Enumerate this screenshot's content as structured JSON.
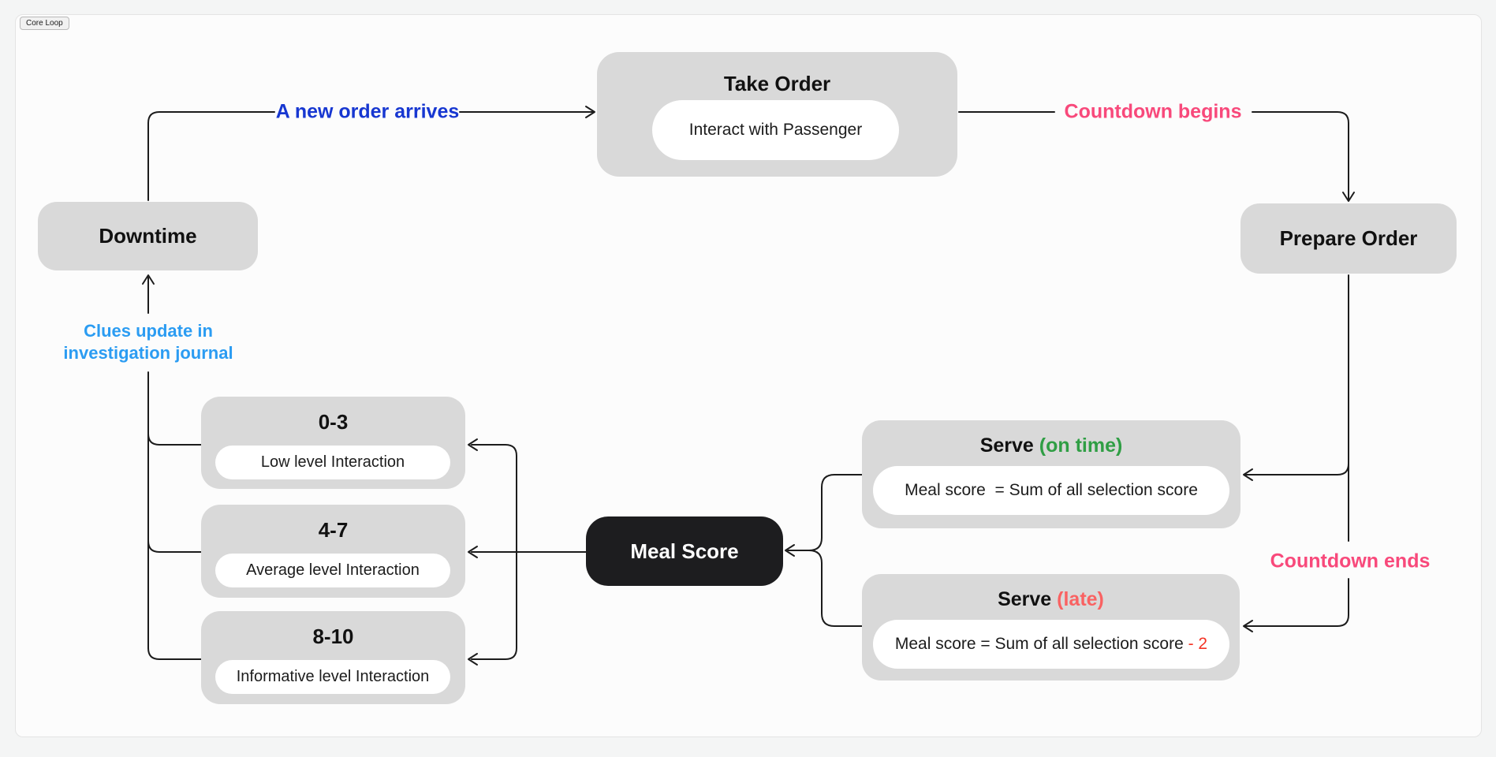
{
  "badge": {
    "label": "Core Loop"
  },
  "nodes": {
    "take_order": {
      "title": "Take Order",
      "pill": "Interact with Passenger"
    },
    "prepare_order": {
      "title": "Prepare Order"
    },
    "downtime": {
      "title": "Downtime"
    },
    "meal_score": {
      "title": "Meal Score"
    },
    "score_0_3": {
      "title": "0-3",
      "pill": "Low level Interaction"
    },
    "score_4_7": {
      "title": "4-7",
      "pill": "Average level Interaction"
    },
    "score_8_10": {
      "title": "8-10",
      "pill": "Informative level Interaction"
    },
    "serve_on_time": {
      "title_main": "Serve ",
      "title_status": "(on time)",
      "pill": "Meal score  = Sum of all selection score"
    },
    "serve_late": {
      "title_main": "Serve ",
      "title_status": "(late)",
      "pill_main": "Meal score = Sum of all selection score ",
      "pill_penalty": "- 2"
    }
  },
  "edge_labels": {
    "new_order": {
      "text": "A new order arrives"
    },
    "countdown_begins": {
      "text": "Countdown begins"
    },
    "countdown_ends": {
      "text": "Countdown ends"
    },
    "clues_line1": {
      "text": "Clues update in"
    },
    "clues_line2": {
      "text": "investigation journal"
    }
  },
  "colors": {
    "edge_blue": "#1737d1",
    "edge_pink": "#f8497b",
    "edge_light_blue": "#2b9cf2",
    "status_green": "#2f9e44",
    "status_red": "#f96262",
    "penalty_red": "#f43325",
    "node_gray": "#d9d9d9",
    "node_dark": "#1d1d1f",
    "pill_white": "#ffffff",
    "wire_dark": "#1c1c1c"
  }
}
